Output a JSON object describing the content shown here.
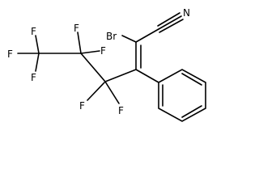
{
  "molecule": {
    "atoms": {
      "br": "Br",
      "n": "N",
      "f1": "F",
      "f2": "F",
      "f3": "F",
      "f4": "F",
      "f5": "F",
      "f6": "F",
      "f7": "F"
    }
  }
}
